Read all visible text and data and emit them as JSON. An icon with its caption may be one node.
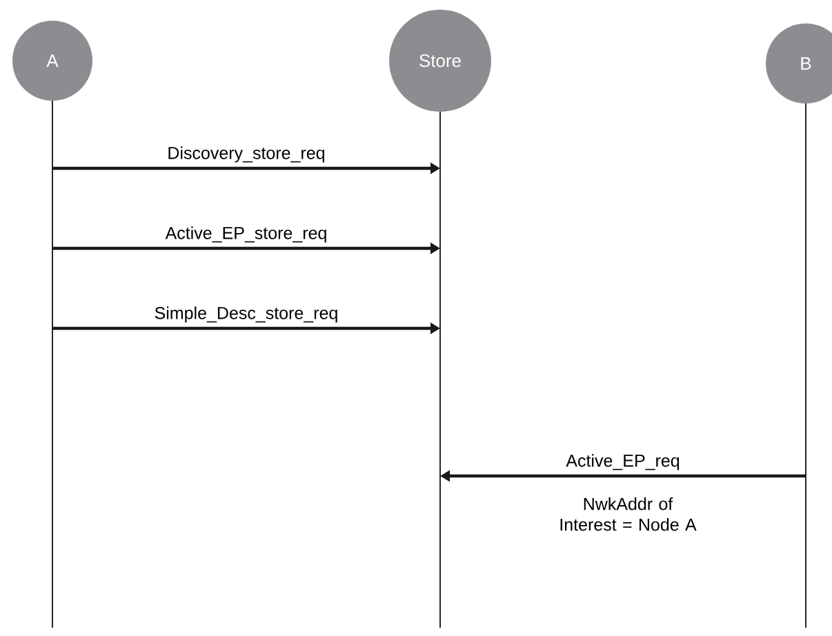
{
  "diagram": {
    "nodes": [
      {
        "text": [
          "A"
        ]
      },
      {
        "text": [
          "Store"
        ]
      },
      {
        "text": [
          "B"
        ]
      }
    ],
    "edges": [
      {
        "from": 0,
        "to": 1,
        "arrow": "to",
        "label": "Discovery_store_req"
      },
      {
        "from": 0,
        "to": 1,
        "arrow": "to",
        "label": "Active_EP_store_req"
      },
      {
        "from": 0,
        "to": 1,
        "arrow": "to",
        "label": "Simple_Desc_store_req"
      },
      {
        "from": 2,
        "to": 1,
        "arrow": "to",
        "label": "Active_EP_req"
      }
    ],
    "labels": [
      "NwkAddr of Interest = Node A"
    ]
  }
}
